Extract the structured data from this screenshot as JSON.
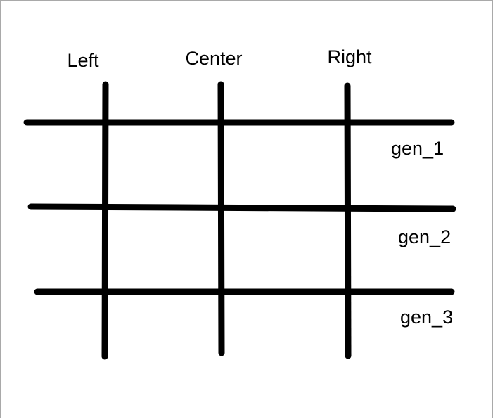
{
  "columns": [
    {
      "label": "Left"
    },
    {
      "label": "Center"
    },
    {
      "label": "Right"
    }
  ],
  "rows": [
    {
      "label": "gen_1"
    },
    {
      "label": "gen_2"
    },
    {
      "label": "gen_3"
    }
  ],
  "colors": {
    "line": "#000000",
    "background": "#ffffff",
    "border": "#a9a9a9"
  }
}
